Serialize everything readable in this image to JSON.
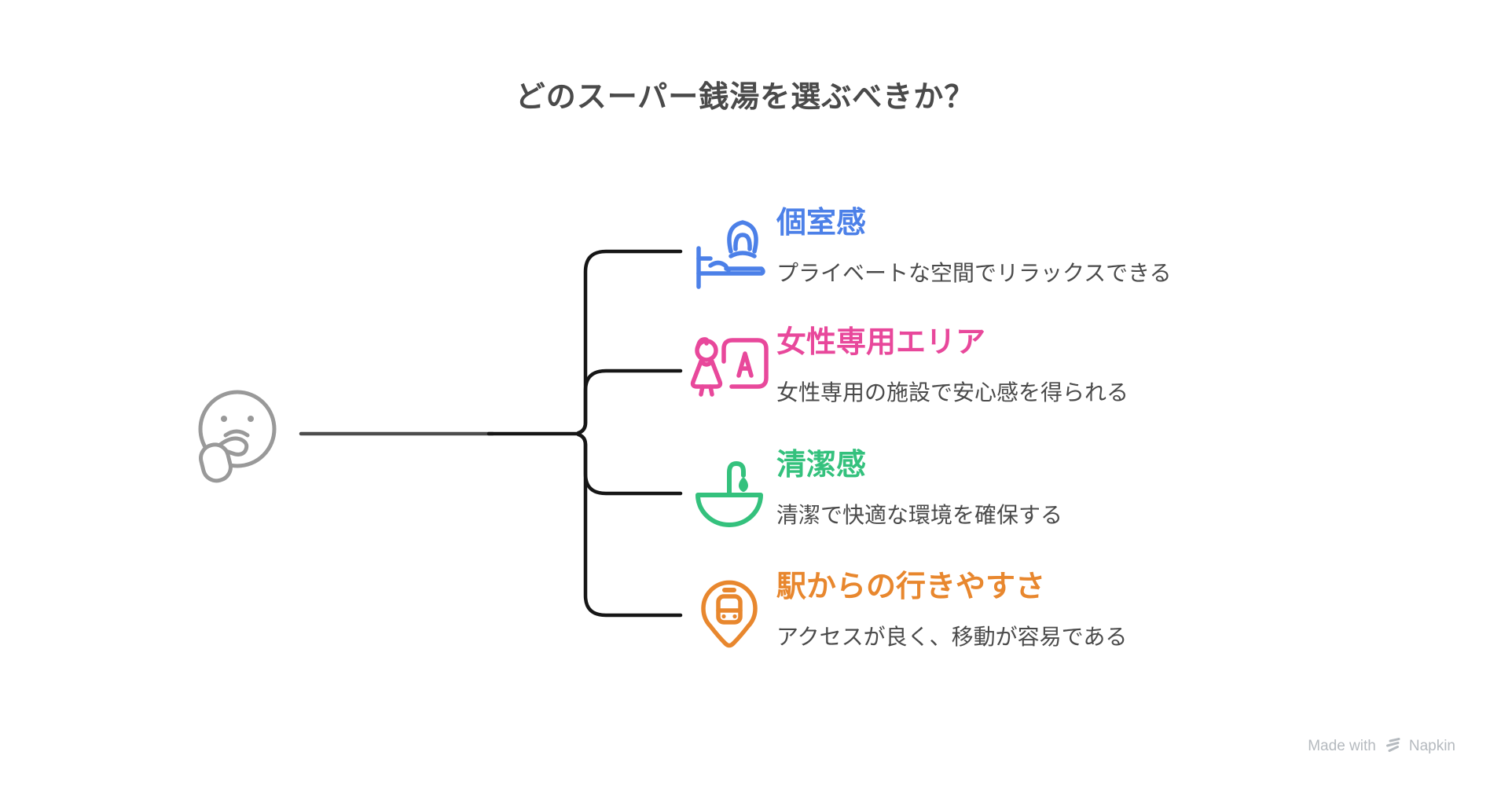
{
  "title": "どのスーパー銭湯を選ぶべきか？",
  "root": {
    "icon": "thinking-face-icon"
  },
  "branches": [
    {
      "icon": "person-in-bed-icon",
      "label": "個室感",
      "description": "プライベートな空間でリラックスできる",
      "color": "#4C80E8"
    },
    {
      "icon": "woman-sign-icon",
      "label": "女性専用エリア",
      "description": "女性専用の施設で安心感を得られる",
      "color": "#E8489B"
    },
    {
      "icon": "washbasin-icon",
      "label": "清潔感",
      "description": "清潔で快適な環境を確保する",
      "color": "#34C17D"
    },
    {
      "icon": "train-pin-icon",
      "label": "駅からの行きやすさ",
      "description": "アクセスが良く、移動が容易である",
      "color": "#E8872E"
    }
  ],
  "footer": {
    "made_with": "Made with",
    "brand": "Napkin",
    "logo_icon": "napkin-logo-icon"
  },
  "colors": {
    "background": "#FFFFFF",
    "connector_black": "#161616",
    "root_line_gray": "#4D4D4D",
    "face_gray": "#999999",
    "body_text": "#4A4A4A",
    "title_text": "#4A4A4A",
    "footer_text": "#B5BABF"
  }
}
